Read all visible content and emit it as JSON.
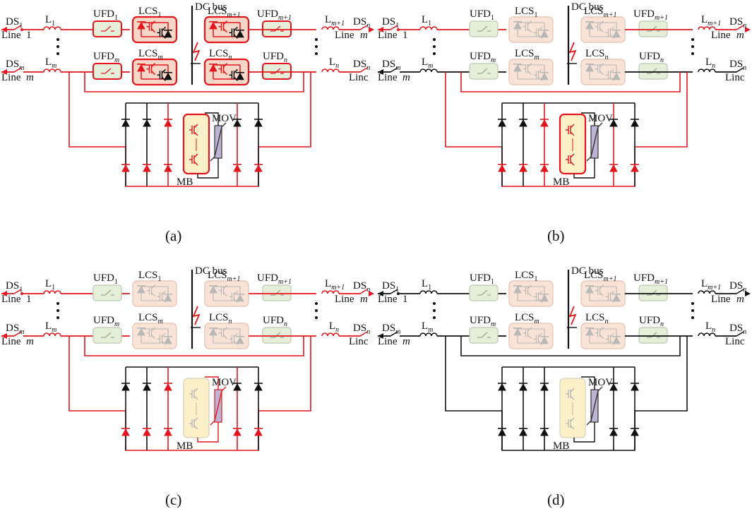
{
  "colors": {
    "active": "#e3161d",
    "idle": "#111111",
    "lcs_fill_active": "#f6d7c8",
    "lcs_fill_idle": "#f8e3d6",
    "ufd_fill": "#e4eed9",
    "mb_fill": "#fbf0c8",
    "mov_fill": "#bdb3d4",
    "gray_symbol": "#b8b8b8"
  },
  "labels": {
    "dc_bus": "DC bus",
    "mb": "MB",
    "mov": "MOV",
    "ds": "DS",
    "ufd": "UFD",
    "lcs": "LCS",
    "line": "Line",
    "inductor": "L",
    "sub_1": "1",
    "sub_m": "m",
    "sub_n": "n",
    "sub_m1": "m+1",
    "line1_num": "1",
    "linem_var": "m"
  },
  "panels": [
    {
      "caption": "(a)",
      "line_state": "active",
      "lcs_state": "active",
      "mb_state": "active",
      "mov_state": "idle",
      "rectifier_state": "active"
    },
    {
      "caption": "(b)",
      "line_state": "mixed",
      "lcs_state": "off",
      "mb_state": "active",
      "mov_state": "idle",
      "rectifier_state": "active"
    },
    {
      "caption": "(c)",
      "line_state": "active",
      "lcs_state": "off",
      "mb_state": "off",
      "mov_state": "active",
      "rectifier_state": "active"
    },
    {
      "caption": "(d)",
      "line_state": "idle",
      "lcs_state": "off",
      "mb_state": "off",
      "mov_state": "idle",
      "rectifier_state": "idle"
    }
  ]
}
